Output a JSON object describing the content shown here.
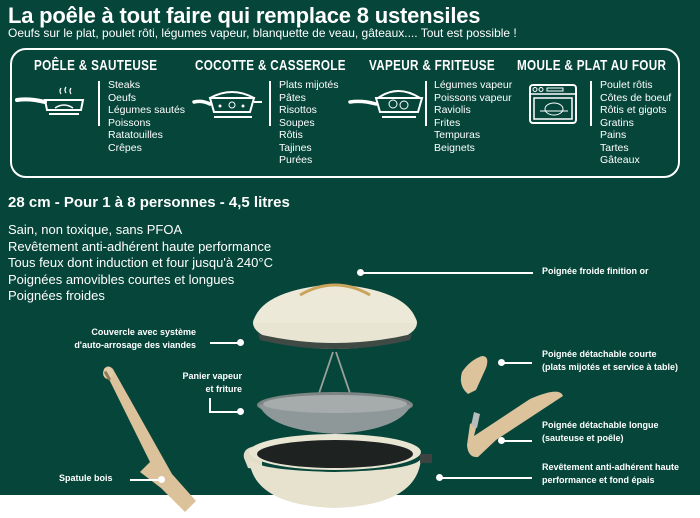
{
  "header": {
    "title": "La poêle à tout faire qui remplace 8 ustensiles",
    "subtitle": "Oeufs sur le plat, poulet rôti, légumes vapeur, blanquette de veau, gâteaux.... Tout est possible !"
  },
  "usages": [
    {
      "heading": "POÊLE & SAUTEUSE",
      "icon": "frying-pan-icon",
      "items": [
        "Steaks",
        "Oeufs",
        "Légumes sautés",
        "Poissons",
        "Ratatouilles",
        "Crêpes"
      ]
    },
    {
      "heading": "COCOTTE & CASSEROLE",
      "icon": "casserole-icon",
      "items": [
        "Plats mijotés",
        "Pâtes",
        "Risottos",
        "Soupes",
        "Rôtis",
        "Tajines",
        "Purées"
      ]
    },
    {
      "heading": "VAPEUR & FRITEUSE",
      "icon": "steamer-pan-icon",
      "items": [
        "Légumes vapeur",
        "Poissons vapeur",
        "Raviolis",
        "Frites",
        "Tempuras",
        "Beignets"
      ]
    },
    {
      "heading": "MOULE & PLAT AU FOUR",
      "icon": "oven-icon",
      "items": [
        "Poulet rôtis",
        "Côtes de boeuf",
        "Rôtis et gigots",
        "Gratins",
        "Pains",
        "Tartes",
        "Gâteaux"
      ]
    }
  ],
  "specs": {
    "title": "28 cm - Pour 1 à 8 personnes - 4,5 litres",
    "features": [
      "Sain, non toxique, sans PFOA",
      "Revêtement anti-adhérent haute performance",
      "Tous feux dont induction et four jusqu'à 240°C",
      "Poignées amovibles courtes et longues",
      "Poignées froides"
    ]
  },
  "callouts": {
    "lid_handle": "Poignée froide finition or",
    "lid": [
      "Couvercle avec système",
      "d'auto-arrosage des viandes"
    ],
    "basket": [
      "Panier vapeur",
      "et friture"
    ],
    "short_handle": [
      "Poignée détachable courte",
      "(plats mijotés et service à table)"
    ],
    "long_handle": [
      "Poignée détachable longue",
      "(sauteuse et poêle)"
    ],
    "coating": [
      "Revêtement anti-adhérent haute",
      "performance et fond épais"
    ],
    "spatula": "Spatule bois"
  },
  "colors": {
    "background_green": "#06453a",
    "text": "#ffffff",
    "cream": "#ebe6d2",
    "wood": "#d9bf97",
    "gold": "#c9a45a"
  }
}
